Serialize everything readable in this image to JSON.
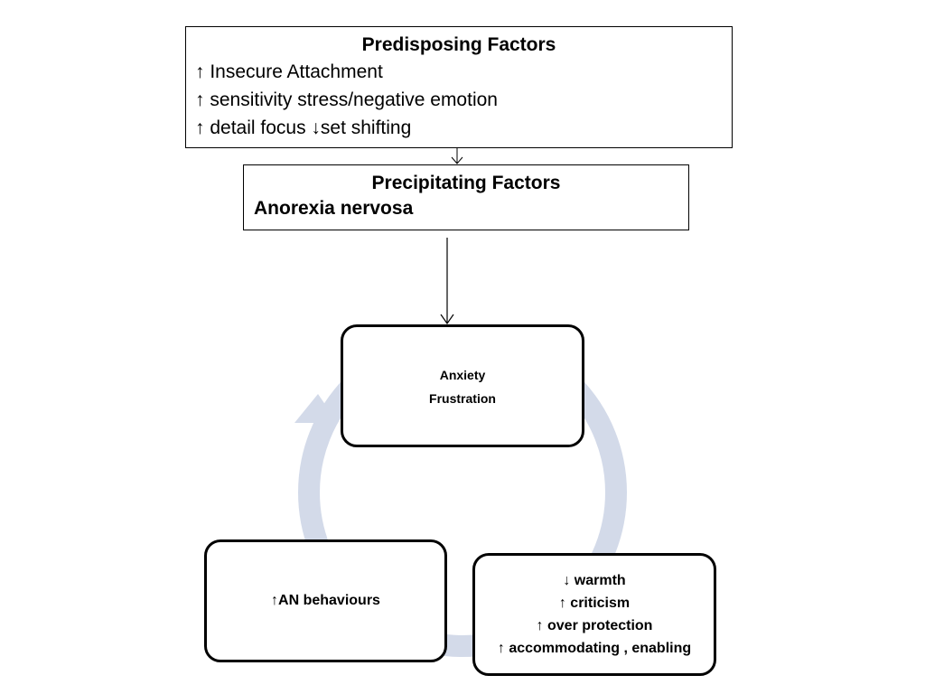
{
  "predisposing": {
    "title": "Predisposing Factors",
    "lines": [
      "↑ Insecure Attachment",
      "↑ sensitivity stress/negative emotion",
      "↑ detail focus ↓set shifting"
    ]
  },
  "precipitating": {
    "title": "Precipitating Factors",
    "line": "Anorexia nervosa"
  },
  "cycle": {
    "color": "#d3dae9",
    "top_box": {
      "lines": [
        "Anxiety",
        "Frustration"
      ]
    },
    "left_box": {
      "line": "↑AN behaviours"
    },
    "right_box": {
      "lines": [
        "↓ warmth",
        "↑ criticism",
        "↑ over protection",
        "↑ accommodating , enabling"
      ]
    }
  }
}
